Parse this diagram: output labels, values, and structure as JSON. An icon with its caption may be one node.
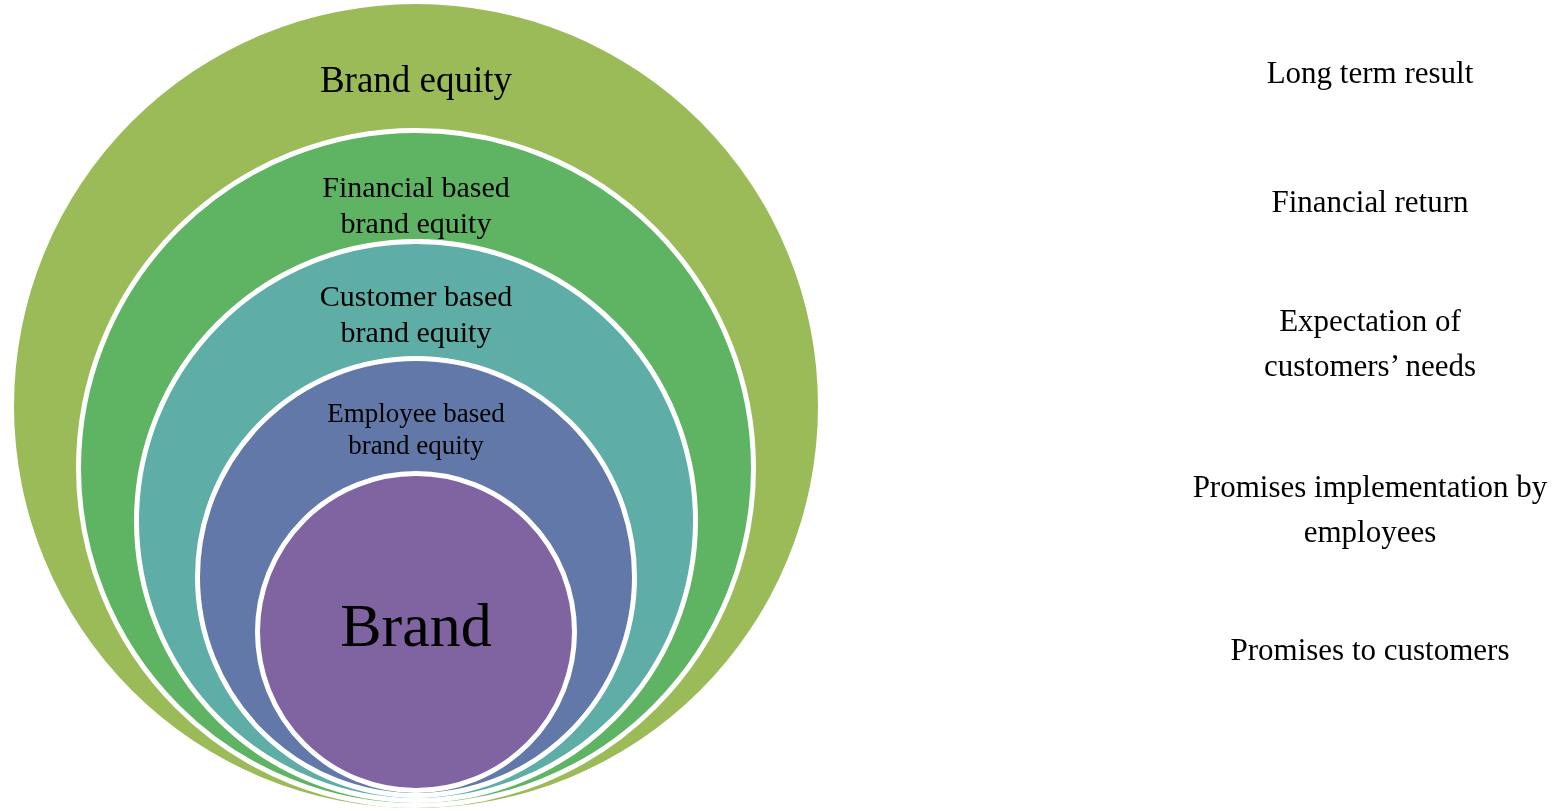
{
  "diagram": {
    "nodes": [
      {
        "text": [
          "Brand equity"
        ]
      },
      {
        "text": [
          "Financial based brand equity"
        ],
        "in": 0
      },
      {
        "text": [
          "Customer based brand equity"
        ],
        "in": 1
      },
      {
        "text": [
          "Employee based brand equity"
        ],
        "in": 2
      },
      {
        "text": [
          "Brand"
        ],
        "in": 3
      }
    ],
    "labels": [
      "Long term result",
      "Financial return",
      "Expectation of customers’ needs",
      "Promises implementation by employees",
      "Promises to customers"
    ]
  }
}
